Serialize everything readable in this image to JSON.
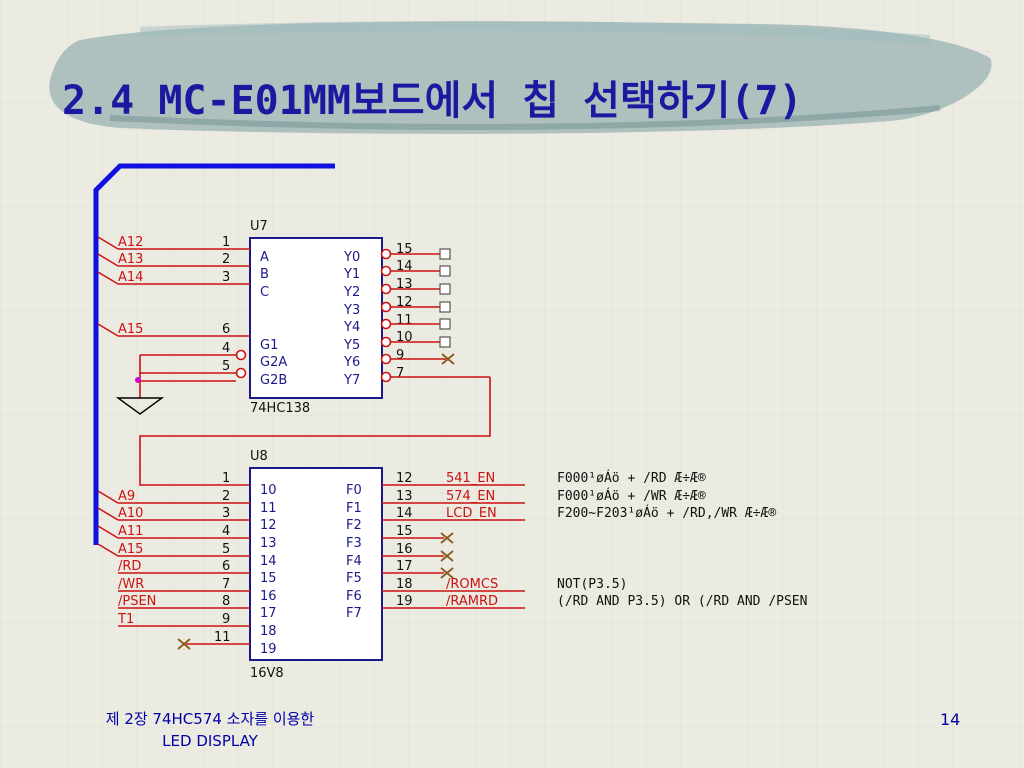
{
  "title": "2.4 MC-E01MM보드에서 칩 선택하기(7)",
  "footer": {
    "chapter_line1": "제 2장 74HC574 소자를 이용한",
    "chapter_line2": "LED DISPLAY",
    "page_number": "14"
  },
  "u7": {
    "ref": "U7",
    "part": "74HC138",
    "inputs": [
      {
        "label": "A12",
        "pin": "1",
        "port": "A"
      },
      {
        "label": "A13",
        "pin": "2",
        "port": "B"
      },
      {
        "label": "A14",
        "pin": "3",
        "port": "C"
      },
      {
        "label": "A15",
        "pin": "6",
        "port": "G1"
      },
      {
        "label": "",
        "pin": "4",
        "port": "G2A"
      },
      {
        "label": "",
        "pin": "5",
        "port": "G2B"
      }
    ],
    "outputs": [
      {
        "port": "Y0",
        "pin": "15"
      },
      {
        "port": "Y1",
        "pin": "14"
      },
      {
        "port": "Y2",
        "pin": "13"
      },
      {
        "port": "Y3",
        "pin": "12"
      },
      {
        "port": "Y4",
        "pin": "11"
      },
      {
        "port": "Y5",
        "pin": "10"
      },
      {
        "port": "Y6",
        "pin": "9"
      },
      {
        "port": "Y7",
        "pin": "7"
      }
    ]
  },
  "u8": {
    "ref": "U8",
    "part": "16V8",
    "inputs": [
      {
        "label": "",
        "pin": "1",
        "port": "10"
      },
      {
        "label": "A9",
        "pin": "2",
        "port": "11"
      },
      {
        "label": "A10",
        "pin": "3",
        "port": "12"
      },
      {
        "label": "A11",
        "pin": "4",
        "port": "13"
      },
      {
        "label": "A15",
        "pin": "5",
        "port": "14"
      },
      {
        "label": "/RD",
        "pin": "6",
        "port": "15"
      },
      {
        "label": "/WR",
        "pin": "7",
        "port": "16"
      },
      {
        "label": "/PSEN",
        "pin": "8",
        "port": "17"
      },
      {
        "label": "T1",
        "pin": "9",
        "port": "18"
      },
      {
        "label": "",
        "pin": "11",
        "port": "19"
      }
    ],
    "outputs": [
      {
        "port": "F0",
        "pin": "12",
        "label": "541_EN",
        "note": "F000¹øÁö + /RD Æ÷Æ®"
      },
      {
        "port": "F1",
        "pin": "13",
        "label": "574_EN",
        "note": "F000¹øÁö + /WR Æ÷Æ®"
      },
      {
        "port": "F2",
        "pin": "14",
        "label": "LCD_EN",
        "note": "F200~F203¹øÁö + /RD,/WR Æ÷Æ®"
      },
      {
        "port": "F3",
        "pin": "15",
        "label": "",
        "note": ""
      },
      {
        "port": "F4",
        "pin": "16",
        "label": "",
        "note": ""
      },
      {
        "port": "F5",
        "pin": "17",
        "label": "",
        "note": ""
      },
      {
        "port": "F6",
        "pin": "18",
        "label": "/ROMCS",
        "note": "NOT(P3.5)"
      },
      {
        "port": "F7",
        "pin": "19",
        "label": "/RAMRD",
        "note": "(/RD AND P3.5) OR (/RD AND /PSEN"
      }
    ]
  },
  "colors": {
    "title": "#1a1aa0",
    "wire": "#cc1111",
    "bus": "#1010e0",
    "chip": "#1a1a8a",
    "label": "#cc1111",
    "stroke_brush": "#7a9aa0"
  }
}
